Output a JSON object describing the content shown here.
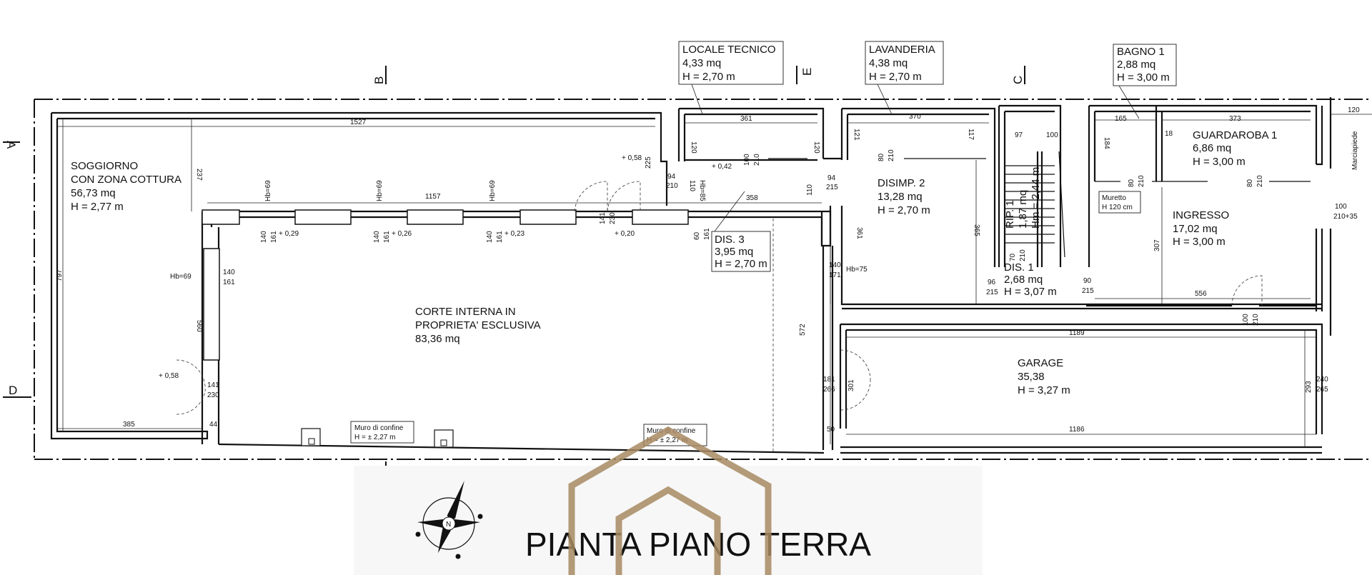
{
  "title": "PIANTA PIANO TERRA",
  "sections": [
    "A",
    "B",
    "E",
    "C",
    "D",
    "B"
  ],
  "rooms": [
    {
      "name": "SOGGIORNO",
      "name2": "CON ZONA COTTURA",
      "area": "56,73 mq",
      "height": "H = 2,77 m"
    },
    {
      "name": "LOCALE TECNICO",
      "area": "4,33 mq",
      "height": "H = 2,70 m"
    },
    {
      "name": "LAVANDERIA",
      "area": "4,38 mq",
      "height": "H = 2,70 m"
    },
    {
      "name": "BAGNO 1",
      "area": "2,88 mq",
      "height": "H = 3,00 m"
    },
    {
      "name": "GUARDAROBA 1",
      "area": "6,86 mq",
      "height": "H = 3,00 m"
    },
    {
      "name": "DISIMP. 2",
      "area": "13,28 mq",
      "height": "H = 2,70 m"
    },
    {
      "name": "INGRESSO",
      "area": "17,02 mq",
      "height": "H = 3,00 m"
    },
    {
      "name": "DIS. 3",
      "area": "3,95 mq",
      "height": "H = 2,70 m"
    },
    {
      "name": "DIS. 1",
      "area": "2,68 mq",
      "height": "H = 3,07 m"
    },
    {
      "name": "RIP. 1",
      "area": "1,87 mq",
      "height": "Hm = 2,44 m"
    },
    {
      "name": "CORTE INTERNA IN",
      "name2": "PROPRIETA' ESCLUSIVA",
      "area": "83,36 mq"
    },
    {
      "name": "GARAGE",
      "area": "35,38",
      "height": "H = 3,27 m"
    }
  ],
  "notes": {
    "muro1": "Muro di confine",
    "muro1h": "H = ± 2,27 m",
    "muro2": "Muro di confine",
    "muro2h": "H = ± 2,27 m",
    "muretto": "Muretto",
    "murettoh": "H 120 cm",
    "marciapiede": "Marciapiede"
  },
  "dims": [
    "1527",
    "237",
    "797",
    "385",
    "44",
    "1157",
    "Hb=69",
    "Hb=69",
    "Hb=69",
    "Hb=69",
    "140",
    "161",
    "+ 0,29",
    "140",
    "161",
    "+ 0,26",
    "140",
    "161",
    "+ 0,23",
    "+ 0,58",
    "225",
    "94",
    "210",
    "141",
    "230",
    "+ 0,20",
    "+ 0,58",
    "141",
    "230",
    "560",
    "140",
    "161",
    "361",
    "120",
    "120",
    "+ 0,42",
    "100",
    "210",
    "110",
    "Hb=85",
    "358",
    "60",
    "161",
    "110",
    "94",
    "215",
    "370",
    "121",
    "80",
    "210",
    "117",
    "361",
    "365",
    "140",
    "171",
    "Hb=75",
    "572",
    "97",
    "100",
    "165",
    "184",
    "18",
    "373",
    "80",
    "210",
    "80",
    "210",
    "307",
    "556",
    "90",
    "215",
    "96",
    "215",
    "70",
    "210",
    "120",
    "100",
    "210+35",
    "1189",
    "100",
    "210",
    "181",
    "266",
    "301",
    "293",
    "240",
    "265",
    "1186",
    "50",
    "N"
  ]
}
